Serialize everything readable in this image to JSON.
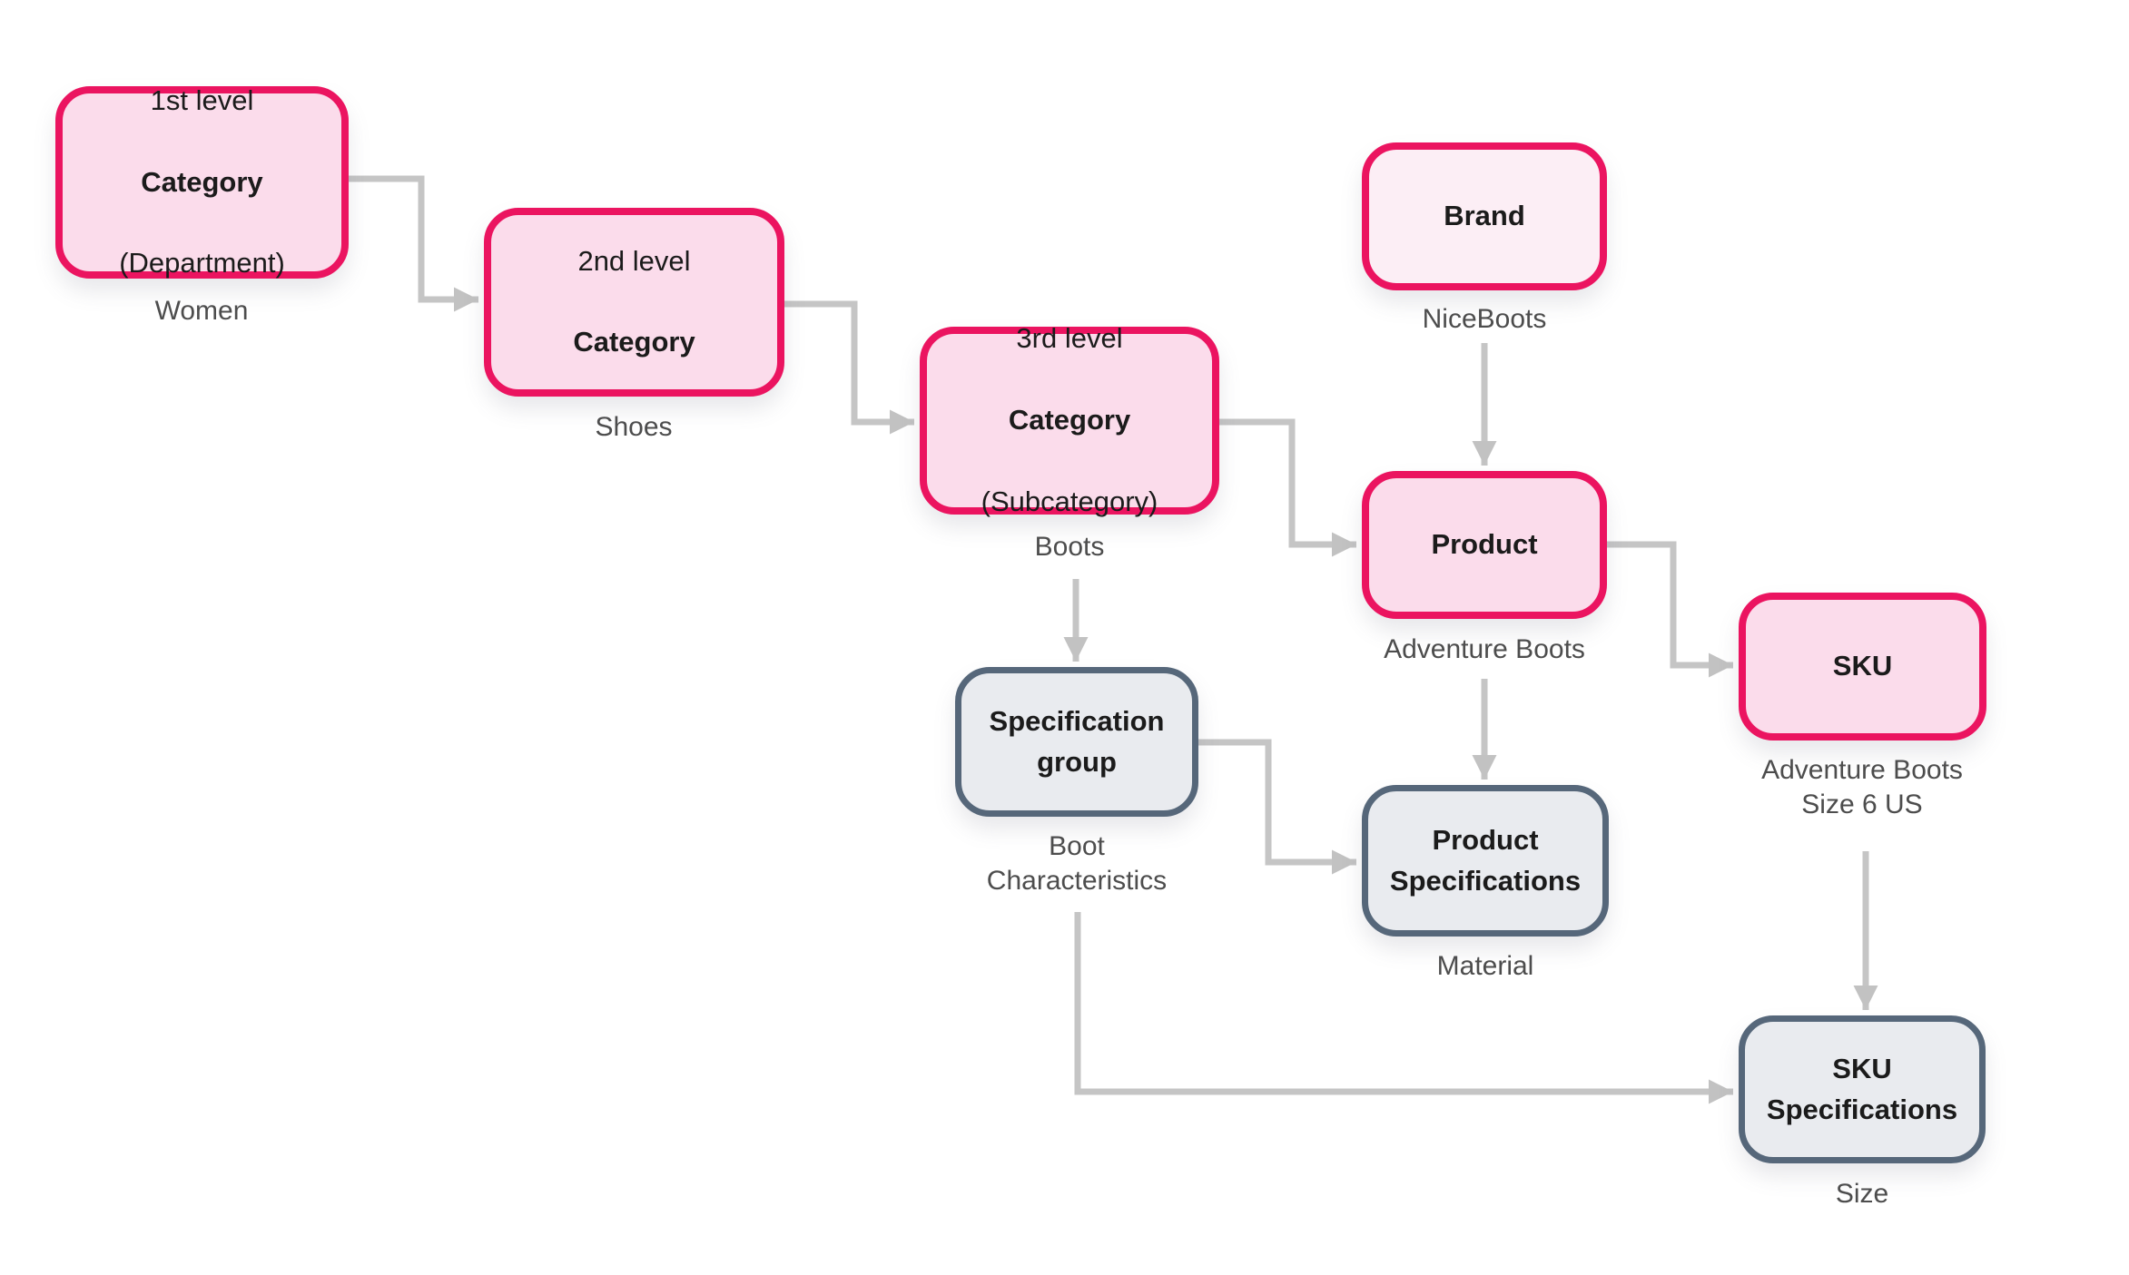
{
  "diagram": {
    "title": "",
    "colors": {
      "category_fill": "#FBDCEB",
      "brand_fill": "#FCEEF5",
      "category_border": "#EB1460",
      "spec_fill": "#E9EBEF",
      "spec_border": "#56677A",
      "connector": "#C5C5C5",
      "node_text": "#1b1b1b",
      "example_text": "#4d4d4d",
      "background": "#ffffff"
    },
    "nodes": {
      "category1": {
        "pre": "1st level",
        "main": "Category",
        "post": "(Department)",
        "example": "Women"
      },
      "category2": {
        "pre": "2nd level",
        "main": "Category",
        "example": "Shoes"
      },
      "category3": {
        "pre": "3rd level",
        "main": "Category",
        "post": "(Subcategory)",
        "example": "Boots"
      },
      "brand": {
        "main": "Brand",
        "example": "NiceBoots"
      },
      "product": {
        "main": "Product",
        "example": "Adventure Boots"
      },
      "sku": {
        "main": "SKU",
        "example": "Adventure Boots\nSize 6 US"
      },
      "spec_group": {
        "main": "Specification\ngroup",
        "example": "Boot\nCharacteristics"
      },
      "product_specs": {
        "main": "Product\nSpecifications",
        "example": "Material"
      },
      "sku_specs": {
        "main": "SKU\nSpecifications",
        "example": "Size"
      }
    },
    "edges": [
      {
        "from": "category1",
        "to": "category2"
      },
      {
        "from": "category2",
        "to": "category3"
      },
      {
        "from": "category3",
        "to": "product"
      },
      {
        "from": "brand",
        "to": "product"
      },
      {
        "from": "category3",
        "to": "spec_group"
      },
      {
        "from": "product",
        "to": "sku"
      },
      {
        "from": "product",
        "to": "product_specs"
      },
      {
        "from": "spec_group",
        "to": "product_specs"
      },
      {
        "from": "spec_group",
        "to": "sku_specs"
      },
      {
        "from": "sku",
        "to": "sku_specs"
      }
    ]
  }
}
